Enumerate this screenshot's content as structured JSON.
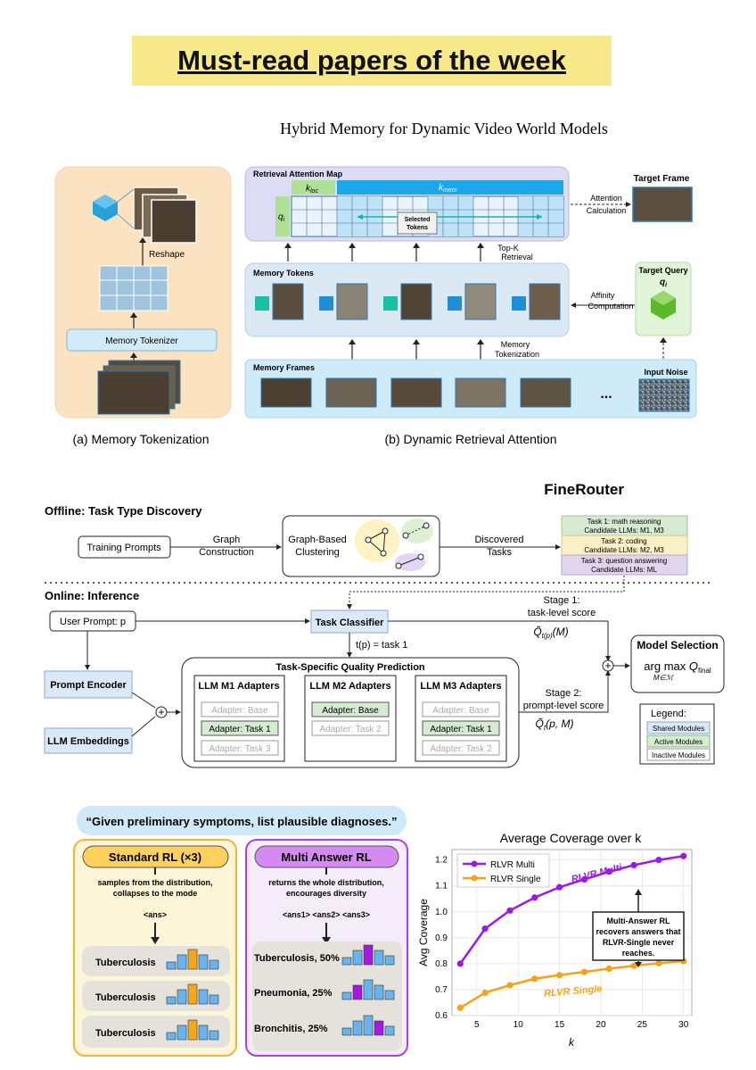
{
  "banner": {
    "title": "Must-read papers of the week"
  },
  "paper1": {
    "title": "Hybrid Memory for Dynamic Video World Models",
    "left_panel": {
      "reshape": "Reshape",
      "tokenizer": "Memory Tokenizer",
      "caption": "(a) Memory Tokenization"
    },
    "attention_map": {
      "label": "Retrieval Attention Map",
      "k_loc": "k",
      "k_loc_sub": "loc",
      "k_mem": "k",
      "k_mem_sub": "mem",
      "q": "q",
      "q_sub": "i",
      "selected_1": "Selected",
      "selected_2": "Tokens"
    },
    "target_frame": "Target Frame",
    "attention_calc_1": "Attention",
    "attention_calc_2": "Calculation",
    "topk_1": "Top-K",
    "topk_2": "Retrieval",
    "memory_tokens": "Memory Tokens",
    "affinity_1": "Affinity",
    "affinity_2": "Computation",
    "target_query": "Target Query",
    "target_query_q": "q",
    "target_query_sub": "i",
    "memory_tokenization_1": "Memory",
    "memory_tokenization_2": "Tokenization",
    "memory_frames": "Memory Frames",
    "ellipsis": "...",
    "input_noise": "Input Noise",
    "caption_b": "(b) Dynamic Retrieval Attention"
  },
  "paper2": {
    "title": "FineRouter",
    "offline_header": "Offline: Task Type Discovery",
    "training_prompts": "Training Prompts",
    "graph_construction_1": "Graph",
    "graph_construction_2": "Construction",
    "graph_clustering_1": "Graph-Based",
    "graph_clustering_2": "Clustering",
    "discovered_1": "Discovered",
    "discovered_2": "Tasks",
    "tasks": [
      {
        "line1": "Task 1: math reasoning",
        "line2": "Candidate LLMs: M1, M3",
        "color": "#d5ead0"
      },
      {
        "line1": "Task 2: coding",
        "line2": "Candidate LLMs: M2, M3",
        "color": "#fbefc6"
      },
      {
        "line1": "Task 3: question answering",
        "line2": "Candidate LLMs: ML",
        "color": "#e0d5ec"
      }
    ],
    "online_header": "Online: Inference",
    "user_prompt": "User Prompt: p",
    "task_classifier": "Task Classifier",
    "stage1_1": "Stage 1:",
    "stage1_2": "task-level score",
    "tp_task": "t(p) = task 1",
    "prompt_encoder": "Prompt Encoder",
    "llm_embeddings": "LLM Embeddings",
    "tsqp_title": "Task-Specific Quality Prediction",
    "adapters": [
      {
        "title": "LLM M1 Adapters",
        "items": [
          "Adapter: Base",
          "Adapter: Task 1",
          "Adapter: Task 3"
        ],
        "active": [
          false,
          true,
          false
        ]
      },
      {
        "title": "LLM M2 Adapters",
        "items": [
          "Adapter: Base",
          "Adapter: Task 2"
        ],
        "active": [
          true,
          false
        ]
      },
      {
        "title": "LLM M3 Adapters",
        "items": [
          "Adapter: Base",
          "Adapter: Task 1",
          "Adapter: Task 2"
        ],
        "active": [
          false,
          true,
          false
        ]
      }
    ],
    "stage2_1": "Stage 2:",
    "stage2_2": "prompt-level score",
    "model_selection": "Model Selection",
    "legend_title": "Legend:",
    "legend_items": [
      "Shared Modules",
      "Active Modules",
      "Inactive Modules"
    ],
    "colors": {
      "shared": "#dbe8f8",
      "active": "#d6ecd2",
      "inactive": "#ffffff"
    }
  },
  "paper3": {
    "quote": "“Given preliminary symptoms, list plausible diagnoses.”",
    "standard": {
      "title": "Standard RL (×3)",
      "desc_1": "samples from the distribution,",
      "desc_2": "collapses to the mode",
      "ans": "<ans>",
      "rows": [
        "Tuberculosis",
        "Tuberculosis",
        "Tuberculosis"
      ]
    },
    "multi": {
      "title": "Multi Answer RL",
      "desc_1": "returns the whole distribution,",
      "desc_2": "encourages diversity",
      "ans": "<ans1> <ans2> <ans3>",
      "rows": [
        "Tuberculosis, 50%",
        "Pneumonia, 25%",
        "Bronchitis, 25%"
      ]
    }
  },
  "chart_data": {
    "type": "line",
    "title": "Average Coverage over k",
    "xlabel": "k",
    "ylabel": "Avg Coverage",
    "xlim": [
      2,
      31
    ],
    "ylim": [
      0.6,
      1.24
    ],
    "xticks": [
      5,
      10,
      15,
      20,
      25,
      30
    ],
    "yticks": [
      0.6,
      0.7,
      0.8,
      0.9,
      1.0,
      1.1,
      1.2
    ],
    "grid": true,
    "legend": "top-left",
    "x": [
      3,
      6,
      9,
      12,
      15,
      18,
      21,
      24,
      27,
      30
    ],
    "series": [
      {
        "name": "RLVR Multi",
        "color": "#9b19e6",
        "values": [
          0.8,
          0.935,
          1.005,
          1.055,
          1.095,
          1.125,
          1.155,
          1.18,
          1.2,
          1.215
        ]
      },
      {
        "name": "RLVR Single",
        "color": "#f5a21b",
        "values": [
          0.63,
          0.688,
          0.717,
          0.742,
          0.756,
          0.768,
          0.781,
          0.792,
          0.802,
          0.81
        ]
      }
    ],
    "annotations": {
      "multi_label": "RLVR Multi",
      "single_label": "RLVR Single",
      "box_1": "Multi-Answer RL",
      "box_2": "recovers answers that",
      "box_3": "RLVR-Single never",
      "box_4": "reaches."
    }
  }
}
